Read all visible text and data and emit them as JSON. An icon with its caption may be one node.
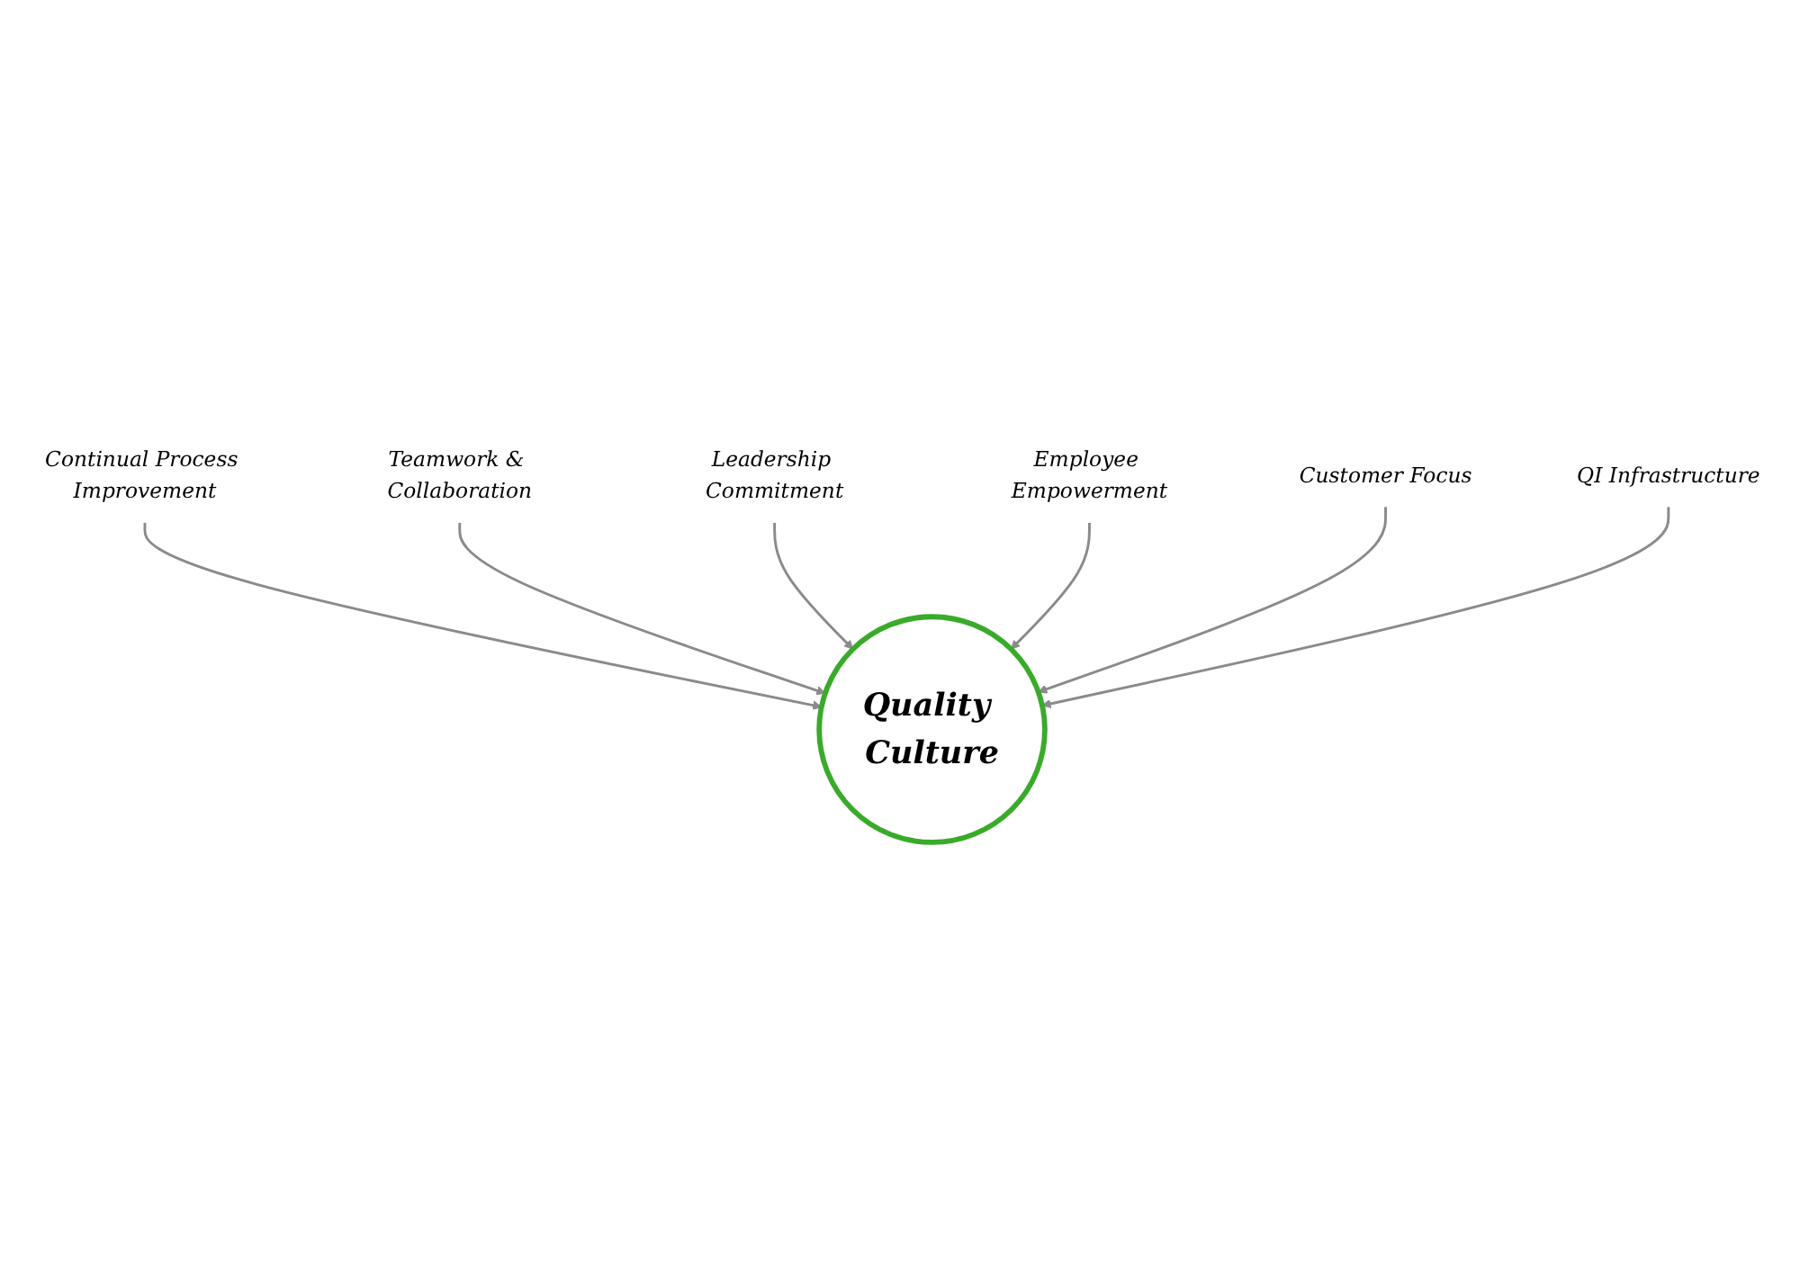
{
  "diagram": {
    "nodes": [
      {
        "text": [
          "Quality Culture"
        ]
      },
      {
        "text": [
          "Continual Process Improvement"
        ]
      },
      {
        "text": [
          "Teamwork & Collaboration"
        ]
      },
      {
        "text": [
          "Leadership Commitment"
        ]
      },
      {
        "text": [
          "Employee Empowerment"
        ]
      },
      {
        "text": [
          "Customer Focus"
        ]
      },
      {
        "text": [
          "QI Infrastructure"
        ]
      }
    ],
    "edges": [
      {
        "from": 1,
        "to": 0,
        "arrow": "to"
      },
      {
        "from": 2,
        "to": 0,
        "arrow": "to"
      },
      {
        "from": 3,
        "to": 0,
        "arrow": "to"
      },
      {
        "from": 4,
        "to": 0,
        "arrow": "to"
      },
      {
        "from": 5,
        "to": 0,
        "arrow": "to"
      },
      {
        "from": 6,
        "to": 0,
        "arrow": "to"
      }
    ]
  }
}
